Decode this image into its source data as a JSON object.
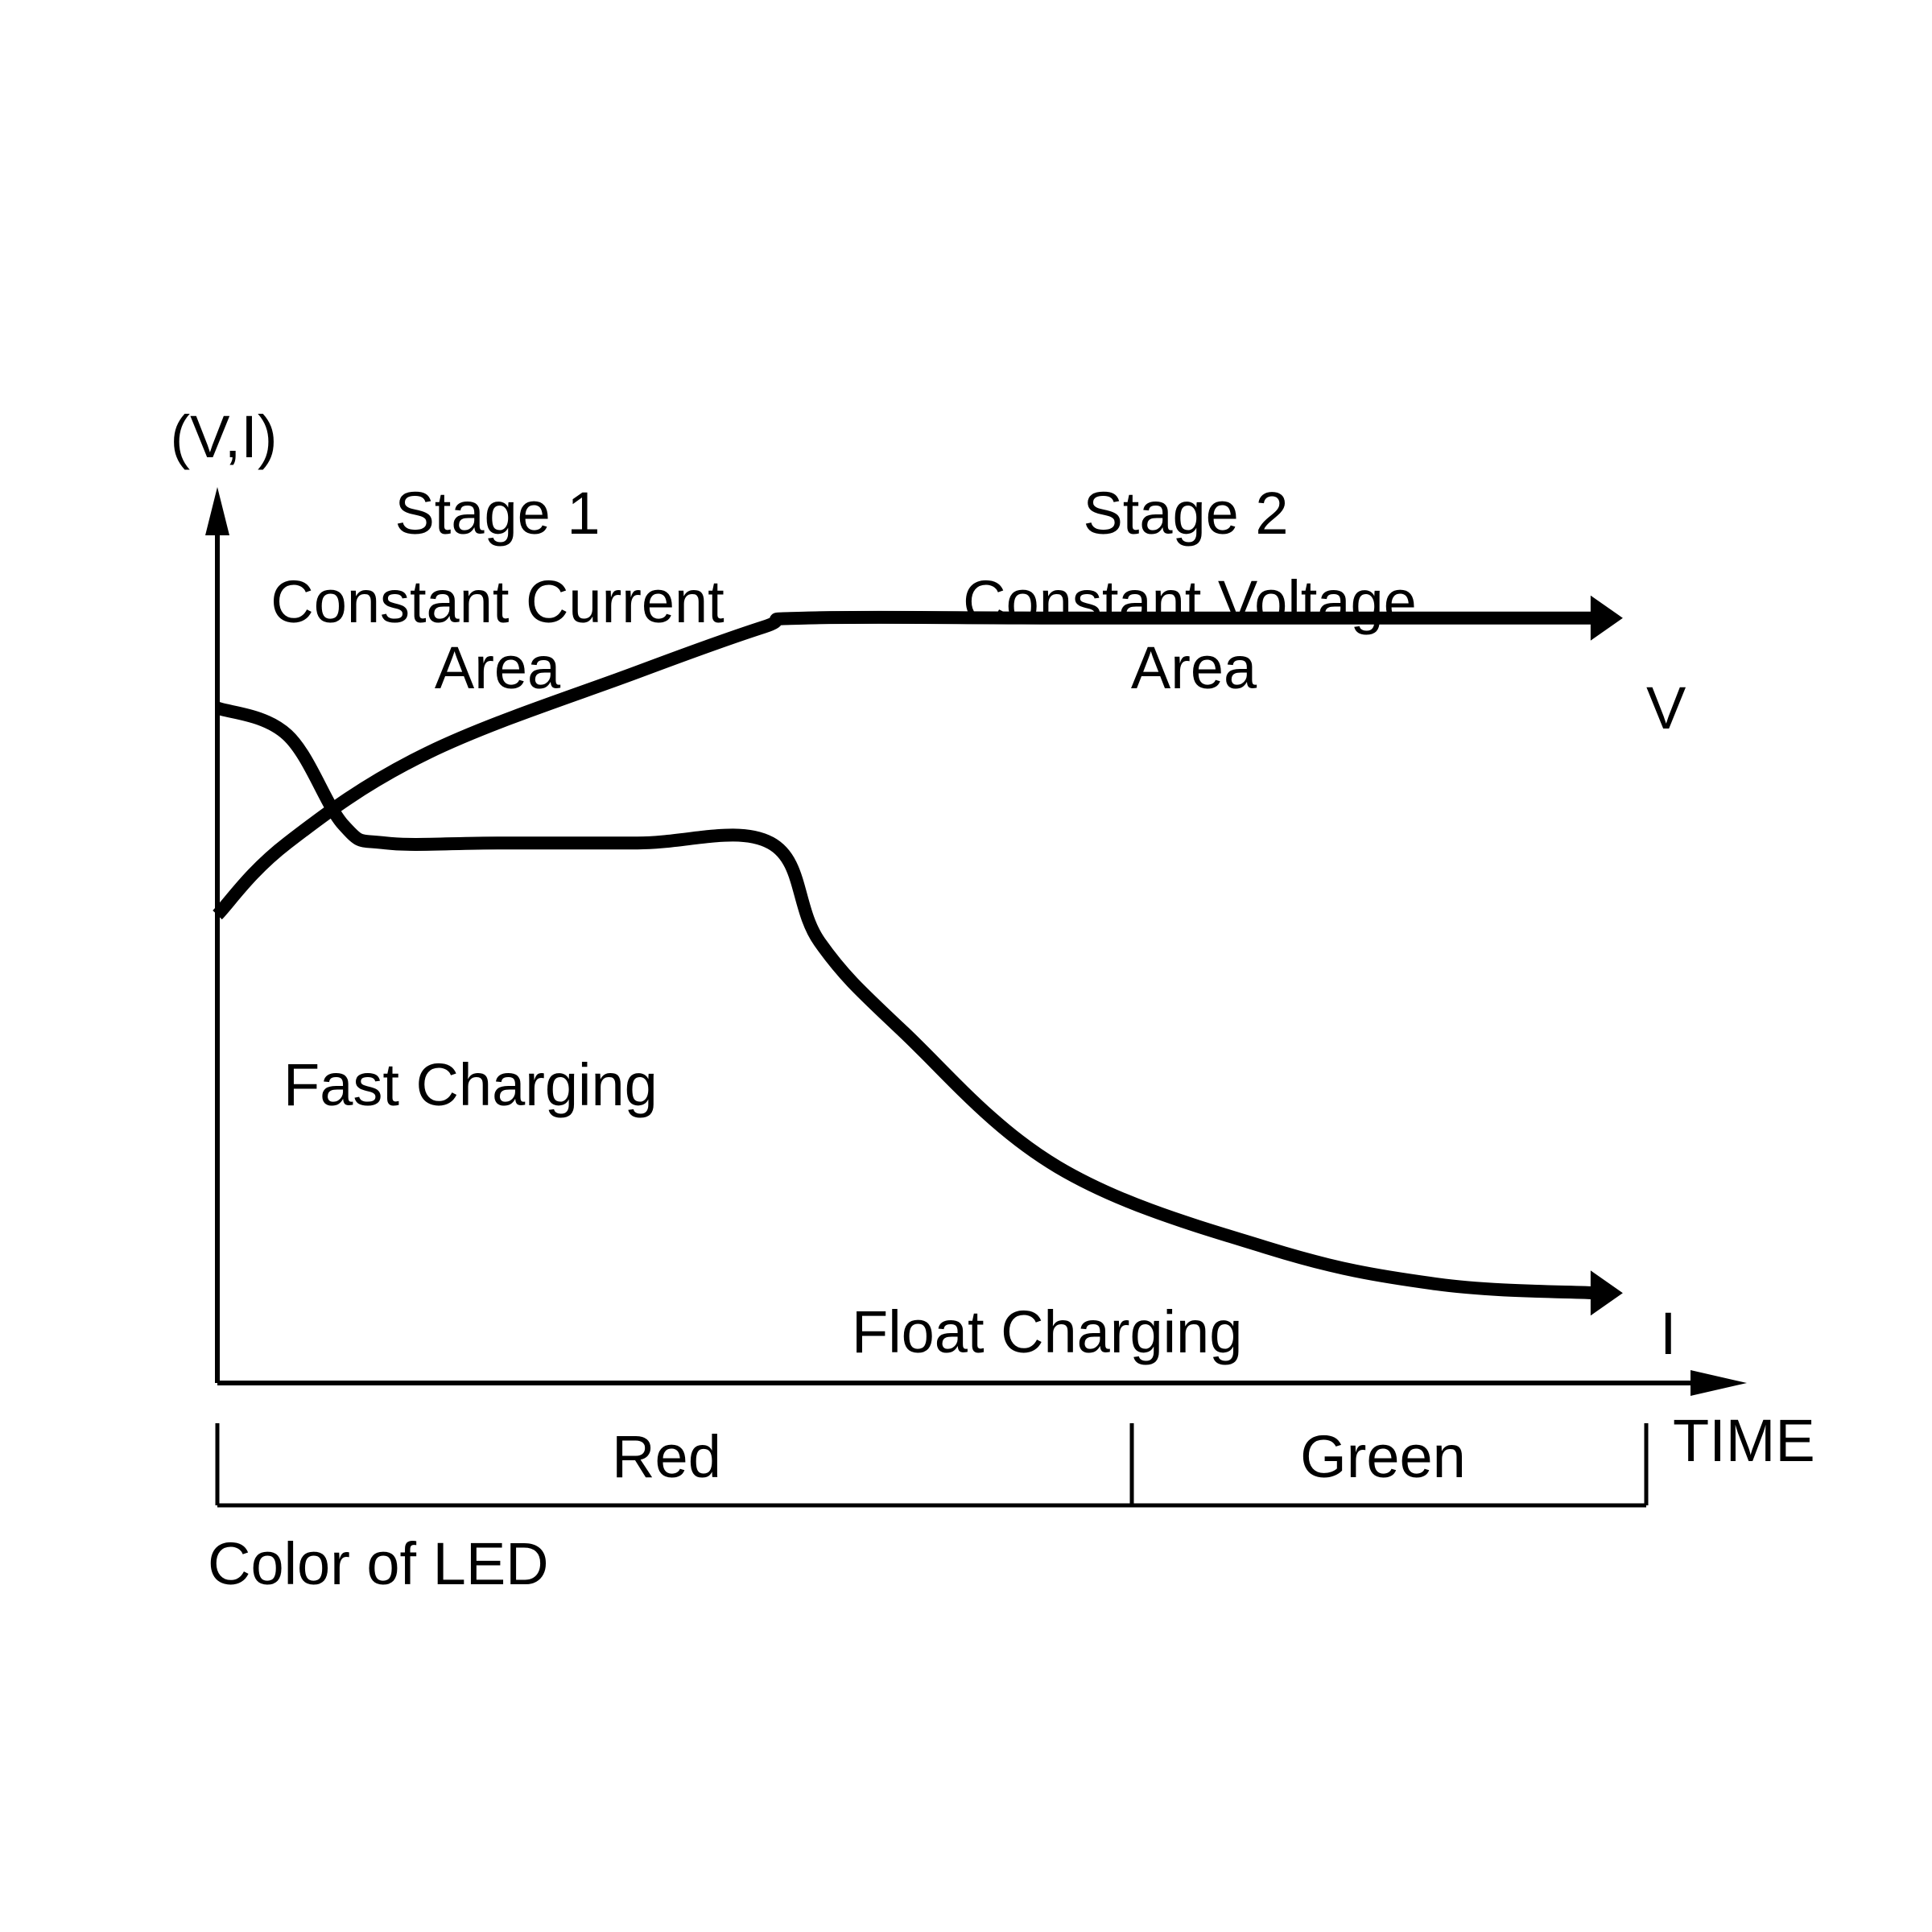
{
  "chart_data": {
    "type": "line",
    "y_axis_label": "(V,I)",
    "x_axis_label": "TIME",
    "axis_ticks": "none",
    "grid": false,
    "stages": [
      {
        "title": "Stage 1",
        "subtitle_line1": "Constant Current",
        "subtitle_line2": "Area"
      },
      {
        "title": "Stage 2",
        "subtitle_line1": "Constant Voltage",
        "subtitle_line2": "Area"
      }
    ],
    "series": [
      {
        "name": "V",
        "points": [
          [
            0,
            0.52
          ],
          [
            0.05,
            0.6
          ],
          [
            0.15,
            0.7
          ],
          [
            0.3,
            0.79
          ],
          [
            0.39,
            0.84
          ],
          [
            0.42,
            0.85
          ],
          [
            0.6,
            0.85
          ],
          [
            0.8,
            0.85
          ],
          [
            0.985,
            0.85
          ]
        ]
      },
      {
        "name": "I",
        "points": [
          [
            0,
            0.75
          ],
          [
            0.05,
            0.72
          ],
          [
            0.09,
            0.62
          ],
          [
            0.12,
            0.6
          ],
          [
            0.2,
            0.6
          ],
          [
            0.3,
            0.6
          ],
          [
            0.395,
            0.6
          ],
          [
            0.43,
            0.49
          ],
          [
            0.49,
            0.39
          ],
          [
            0.6,
            0.24
          ],
          [
            0.75,
            0.15
          ],
          [
            0.87,
            0.11
          ],
          [
            0.985,
            0.1
          ]
        ]
      }
    ],
    "phase_labels": [
      "Fast Charging",
      "Float Charging"
    ],
    "led": {
      "title": "Color of LED",
      "segments": [
        {
          "label": "Red",
          "start": 0,
          "end": 0.64
        },
        {
          "label": "Green",
          "start": 0.64,
          "end": 1.0
        }
      ]
    }
  }
}
